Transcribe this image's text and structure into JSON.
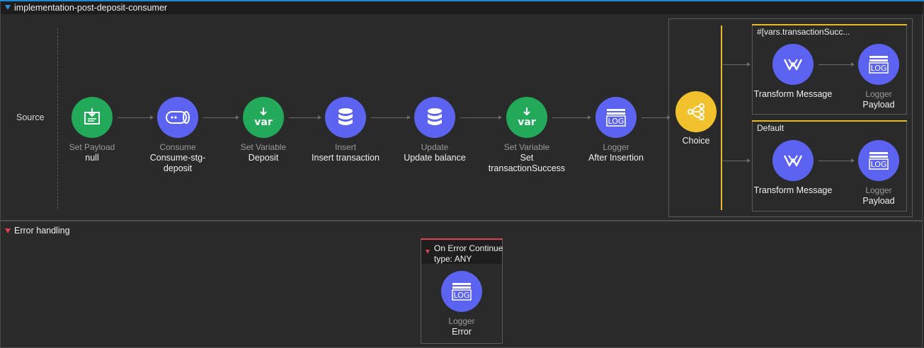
{
  "flow": {
    "name": "implementation-post-deposit-consumer",
    "source_label": "Source"
  },
  "nodes": [
    {
      "type": "Set Payload",
      "name": "null",
      "icon": "set-payload-icon",
      "color": "#22a95a"
    },
    {
      "type": "Consume",
      "name": "Consume-stg-deposit",
      "icon": "consume-icon",
      "color": "#5b63f0"
    },
    {
      "type": "Set Variable",
      "name": "Deposit",
      "icon": "var-icon",
      "color": "#22a95a"
    },
    {
      "type": "Insert",
      "name": "Insert transaction",
      "icon": "database-icon",
      "color": "#5b63f0"
    },
    {
      "type": "Update",
      "name": "Update balance",
      "icon": "database-icon",
      "color": "#5b63f0"
    },
    {
      "type": "Set Variable",
      "name": "Set transactionSuccess",
      "icon": "var-icon",
      "color": "#22a95a"
    },
    {
      "type": "Logger",
      "name": "After Insertion",
      "icon": "log-icon",
      "color": "#5b63f0"
    }
  ],
  "choice": {
    "name": "Choice",
    "icon": "choice-icon",
    "color": "#f2c12e",
    "routes": [
      {
        "label": "#[vars.transactionSucc...",
        "steps": [
          {
            "type": "Transform Message",
            "name": "",
            "icon": "transform-icon"
          },
          {
            "type": "Logger",
            "name": "Payload",
            "icon": "log-icon"
          }
        ]
      },
      {
        "label": "Default",
        "steps": [
          {
            "type": "Transform Message",
            "name": "",
            "icon": "transform-icon"
          },
          {
            "type": "Logger",
            "name": "Payload",
            "icon": "log-icon"
          }
        ]
      }
    ]
  },
  "error_handling": {
    "label": "Error handling",
    "handler_title": "On Error Continue",
    "handler_type": "type: ANY",
    "step": {
      "type": "Logger",
      "name": "Error",
      "icon": "log-icon"
    }
  },
  "colors": {
    "accent_blue": "#1e8ad6",
    "error_red": "#d94052",
    "choice_gold": "#e8b928"
  }
}
